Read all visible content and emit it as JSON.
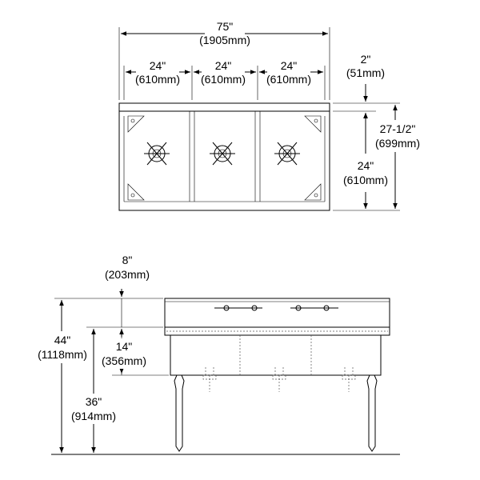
{
  "top_view": {
    "overall_width": {
      "in": "75\"",
      "mm": "(1905mm)"
    },
    "compartments": [
      {
        "in": "24\"",
        "mm": "(610mm)"
      },
      {
        "in": "24\"",
        "mm": "(610mm)"
      },
      {
        "in": "24\"",
        "mm": "(610mm)"
      }
    ],
    "backsplash_depth": {
      "in": "2\"",
      "mm": "(51mm)"
    },
    "overall_depth": {
      "in": "27-1/2\"",
      "mm": "(699mm)"
    },
    "bowl_depth": {
      "in": "24\"",
      "mm": "(610mm)"
    }
  },
  "front_view": {
    "backsplash_height": {
      "in": "8\"",
      "mm": "(203mm)"
    },
    "overall_height": {
      "in": "44\"",
      "mm": "(1118mm)"
    },
    "bowl_height": {
      "in": "14\"",
      "mm": "(356mm)"
    },
    "rim_height": {
      "in": "36\"",
      "mm": "(914mm)"
    }
  }
}
